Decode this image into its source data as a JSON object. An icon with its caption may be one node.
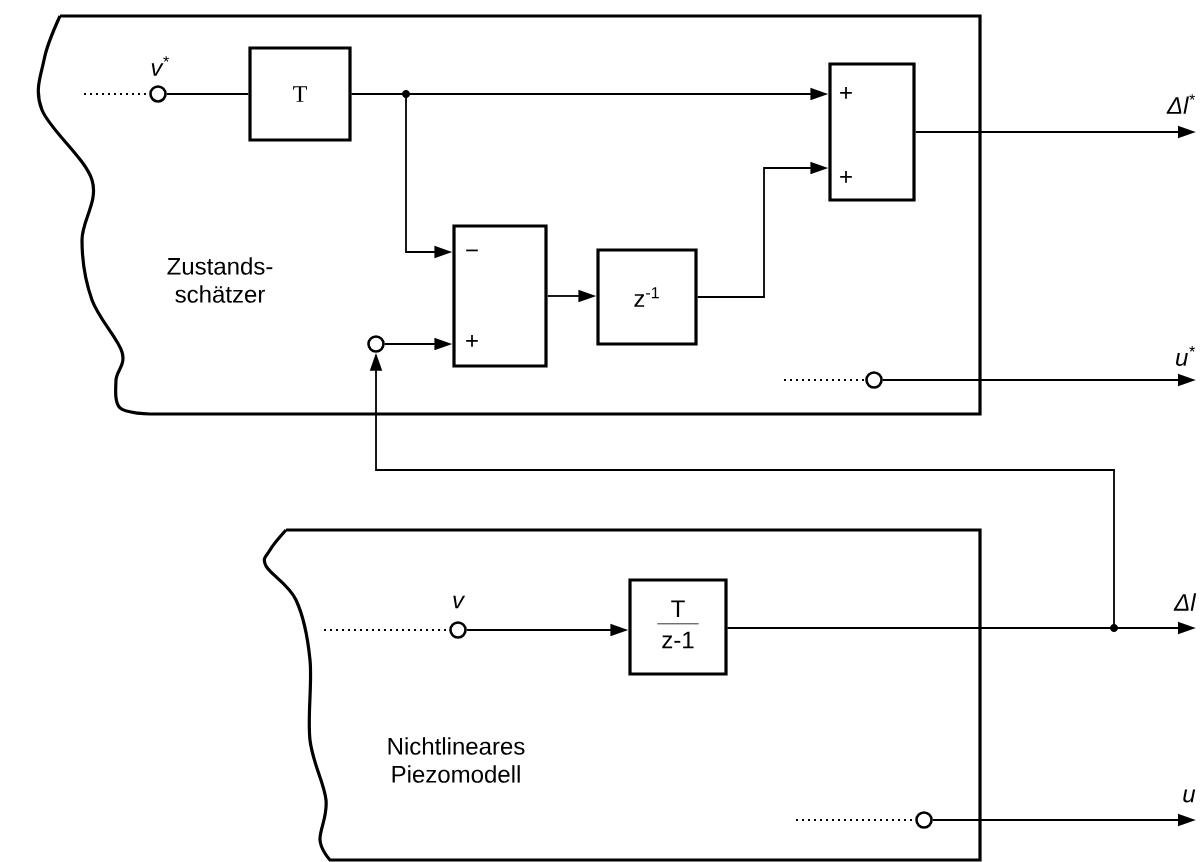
{
  "diagram": {
    "nodes": [
      {
        "text": [
          "Zustands- schätzer"
        ]
      },
      {
        "text": [],
        "shape": "circle",
        "in": 0,
        "beside": [
          "v$^{*}$"
        ]
      },
      {
        "text": [
          "T"
        ],
        "in": 0
      },
      {
        "text": [
          "+",
          "+"
        ],
        "in": 0
      },
      {
        "text": [
          "−",
          "+"
        ],
        "in": 0
      },
      {
        "text": [
          "z$^{-1}$"
        ],
        "in": 0
      },
      {
        "text": [],
        "shape": "circle",
        "in": 0
      },
      {
        "text": [],
        "shape": "circle",
        "in": 0
      },
      {
        "text": [
          "Nichtlineares Piezomodell"
        ]
      },
      {
        "text": [],
        "shape": "circle",
        "in": 8,
        "beside": [
          "v"
        ]
      },
      {
        "text": [
          "T",
          "z-1"
        ],
        "in": 8
      },
      {
        "text": [],
        "shape": "circle",
        "in": 8
      },
      {
        "text": [
          "Δl$^{*}$"
        ]
      },
      {
        "text": [
          "u$^{*}$"
        ]
      },
      {
        "text": [
          "Δl"
        ]
      },
      {
        "text": [
          "u"
        ]
      }
    ],
    "edges": [
      {
        "from": 1,
        "to": 2,
        "arrow": "none"
      },
      {
        "from": 2,
        "to": 3,
        "arrow": "to"
      },
      {
        "from": 2,
        "to": 4,
        "arrow": "to"
      },
      {
        "from": 4,
        "to": 5,
        "arrow": "to"
      },
      {
        "from": 5,
        "to": 3,
        "arrow": "to"
      },
      {
        "from": 3,
        "to": 12,
        "arrow": "to"
      },
      {
        "from": 6,
        "to": 4,
        "arrow": "to"
      },
      {
        "from": 7,
        "to": 13,
        "arrow": "to"
      },
      {
        "from": 9,
        "to": 10,
        "arrow": "to"
      },
      {
        "from": 10,
        "to": 14,
        "arrow": "to"
      },
      {
        "from": 10,
        "to": 6,
        "arrow": "to"
      },
      {
        "from": 11,
        "to": 15,
        "arrow": "to"
      }
    ]
  }
}
